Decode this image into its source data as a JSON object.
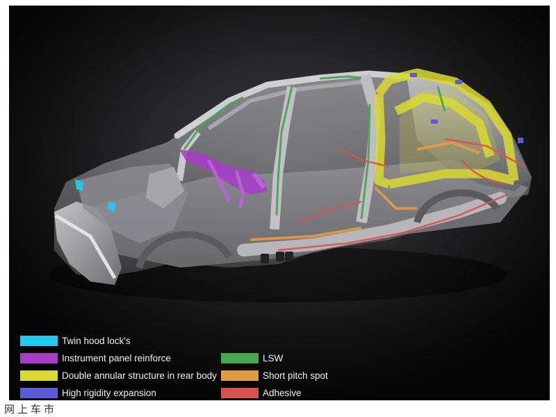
{
  "legend": {
    "items": [
      {
        "key": "twin_hood",
        "label": "Twin hood lock's",
        "color": "#22c8ee"
      },
      {
        "key": "instrument",
        "label": "Instrument panel reinforce",
        "color": "#a93bc9"
      },
      {
        "key": "annular",
        "label": "Double annular structure in rear body",
        "color": "#d9d931"
      },
      {
        "key": "rigidity",
        "label": "High rigidity expansion",
        "color": "#5b5bd8"
      },
      {
        "key": "lsw",
        "label": "LSW",
        "color": "#4aa552"
      },
      {
        "key": "pitch",
        "label": "Short pitch spot",
        "color": "#e39a45"
      },
      {
        "key": "adhesive",
        "label": "Adhesive",
        "color": "#db5151"
      }
    ]
  },
  "watermark": {
    "text": "网上车市"
  }
}
